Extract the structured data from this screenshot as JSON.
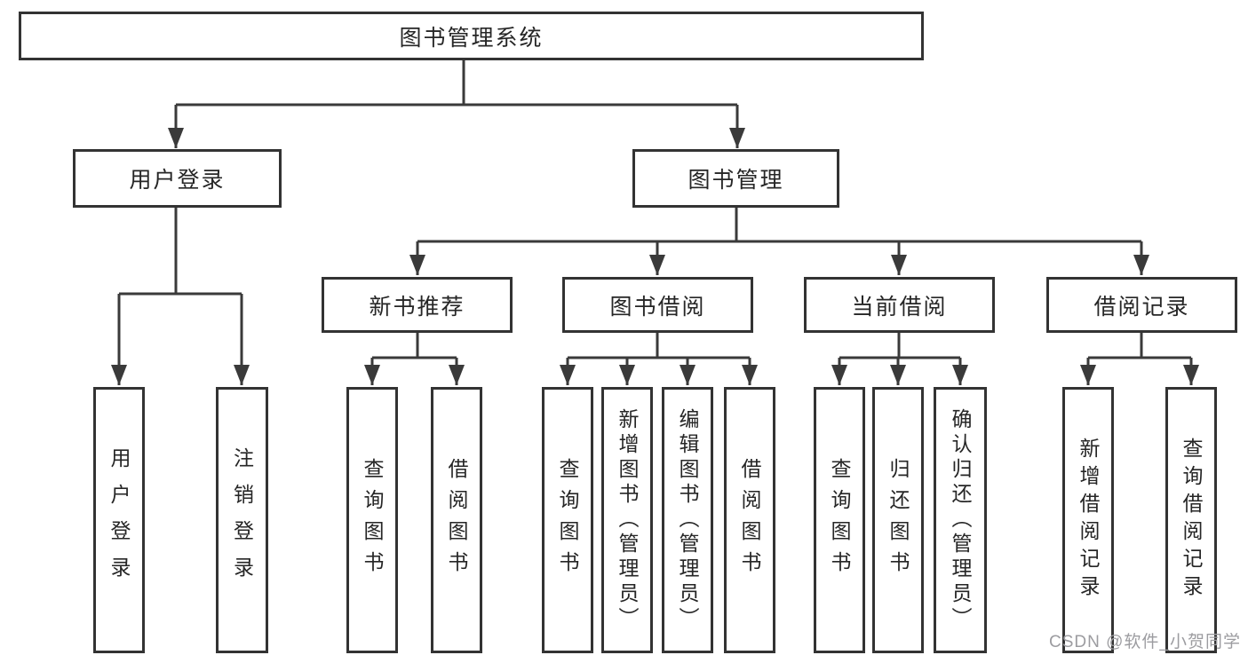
{
  "tree": {
    "root": {
      "label": "图书管理系统",
      "children": [
        {
          "label": "用户登录",
          "children": [
            {
              "label": "用户登录"
            },
            {
              "label": "注销登录"
            }
          ]
        },
        {
          "label": "图书管理",
          "children": [
            {
              "label": "新书推荐",
              "children": [
                {
                  "label": "查询图书"
                },
                {
                  "label": "借阅图书"
                }
              ]
            },
            {
              "label": "图书借阅",
              "children": [
                {
                  "label": "查询图书"
                },
                {
                  "label": "新增图书（管理员）"
                },
                {
                  "label": "编辑图书（管理员）"
                },
                {
                  "label": "借阅图书"
                }
              ]
            },
            {
              "label": "当前借阅",
              "children": [
                {
                  "label": "查询图书"
                },
                {
                  "label": "归还图书"
                },
                {
                  "label": "确认归还（管理员）"
                }
              ]
            },
            {
              "label": "借阅记录",
              "children": [
                {
                  "label": "新增借阅记录"
                },
                {
                  "label": "查询借阅记录"
                }
              ]
            }
          ]
        }
      ]
    }
  },
  "watermark": {
    "text": "CSDN @软件_小贺同学"
  },
  "colors": {
    "line": "#3a3a3a",
    "box_border": "#333333",
    "text": "#262626",
    "watermark": "#9c9ca0",
    "background": "#ffffff"
  }
}
